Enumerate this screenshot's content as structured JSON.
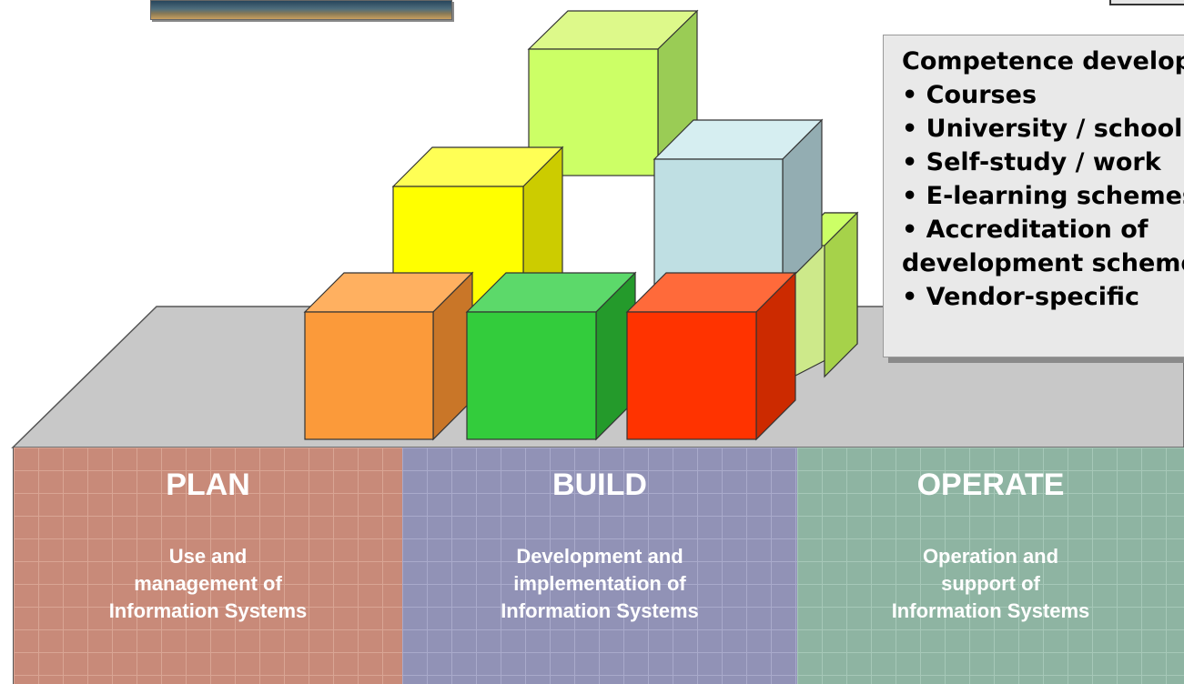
{
  "textbox": {
    "lines": [
      "Competence development",
      "• Courses",
      "• University / school",
      "• Self-study / work",
      "• E-learning schemes",
      "• Accreditation of",
      "development schemes",
      "• Vendor-specific"
    ]
  },
  "columns": [
    {
      "title": "PLAN",
      "desc": [
        "Use and",
        "management of",
        "Information Systems"
      ],
      "color": "#c88a79"
    },
    {
      "title": "BUILD",
      "desc": [
        "Development and",
        "implementation of",
        "Information Systems"
      ],
      "color": "#9192b6"
    },
    {
      "title": "OPERATE",
      "desc": [
        "Operation and",
        "support of",
        "Information Systems"
      ],
      "color": "#8eb4a2"
    }
  ],
  "cube_colors": {
    "orange": "#fb9a3a",
    "green": "#33cc3c",
    "red": "#ff3300",
    "yellow": "#ffff00",
    "lime": "#ccff66",
    "lightblue": "#bfdfe3"
  }
}
